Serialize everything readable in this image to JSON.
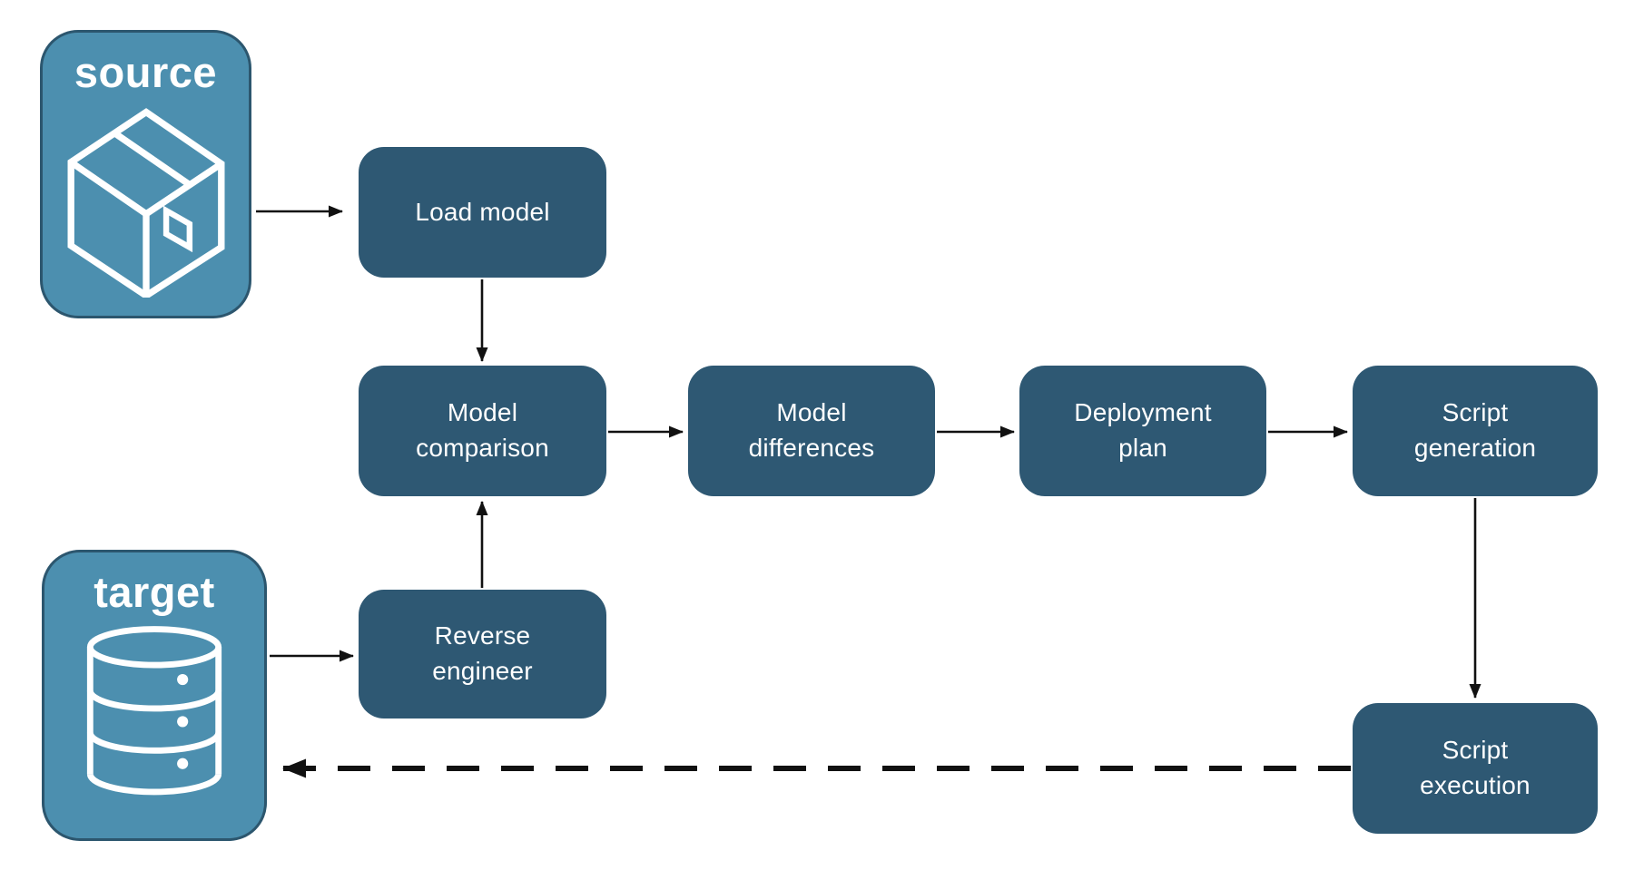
{
  "diagram": {
    "containers": [
      {
        "id": "source",
        "label": "source",
        "icon": "package-icon"
      },
      {
        "id": "target",
        "label": "target",
        "icon": "database-icon"
      }
    ],
    "steps": [
      {
        "id": "load-model",
        "label": "Load model"
      },
      {
        "id": "model-comparison",
        "label": "Model comparison"
      },
      {
        "id": "model-differences",
        "label": "Model differences"
      },
      {
        "id": "deployment-plan",
        "label": "Deployment plan"
      },
      {
        "id": "script-generation",
        "label": "Script generation"
      },
      {
        "id": "reverse-engineer",
        "label": "Reverse engineer"
      },
      {
        "id": "script-execution",
        "label": "Script execution"
      }
    ],
    "edges": [
      {
        "from": "source",
        "to": "load-model",
        "style": "solid"
      },
      {
        "from": "load-model",
        "to": "model-comparison",
        "style": "solid"
      },
      {
        "from": "model-comparison",
        "to": "model-differences",
        "style": "solid"
      },
      {
        "from": "model-differences",
        "to": "deployment-plan",
        "style": "solid"
      },
      {
        "from": "deployment-plan",
        "to": "script-generation",
        "style": "solid"
      },
      {
        "from": "script-generation",
        "to": "script-execution",
        "style": "solid"
      },
      {
        "from": "target",
        "to": "reverse-engineer",
        "style": "solid"
      },
      {
        "from": "reverse-engineer",
        "to": "model-comparison",
        "style": "solid"
      },
      {
        "from": "script-execution",
        "to": "target",
        "style": "dashed"
      }
    ]
  },
  "colors": {
    "step_fill": "#2E5873",
    "container_fill": "#4C8FAF",
    "container_border": "#2C566E",
    "label_text": "#FFFFFF",
    "arrow": "#111111",
    "background": "#FFFFFF"
  }
}
